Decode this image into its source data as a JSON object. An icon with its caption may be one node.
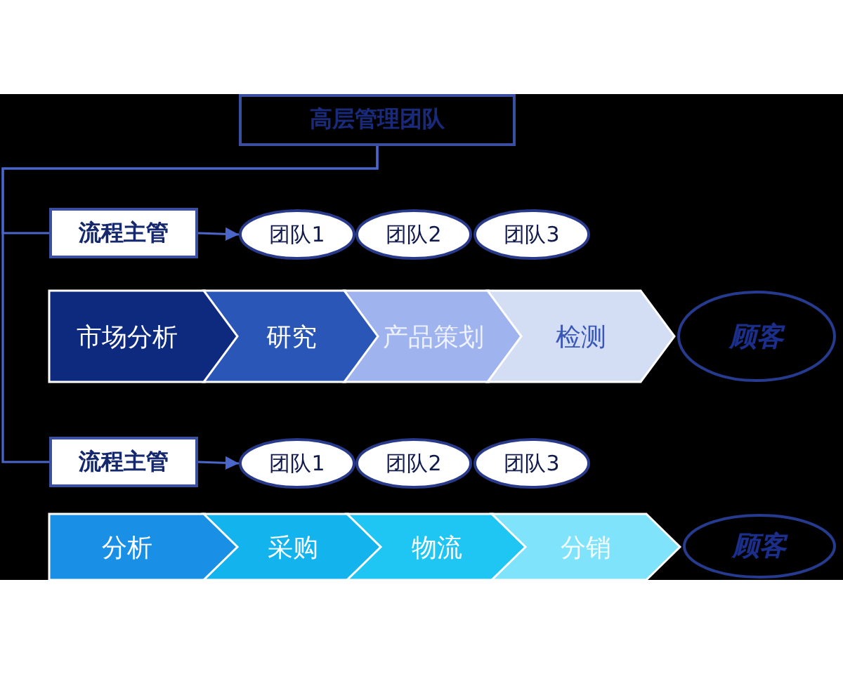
{
  "diagram": {
    "nodes": [
      {
        "text": [
          "高层管理团队"
        ]
      },
      {
        "text": [
          "流程主管"
        ]
      },
      {
        "text": [
          "团队1"
        ]
      },
      {
        "text": [
          "团队2"
        ]
      },
      {
        "text": [
          "团队3"
        ]
      },
      {
        "text": [
          "市场分析"
        ]
      },
      {
        "text": [
          "研究"
        ]
      },
      {
        "text": [
          "产品策划"
        ]
      },
      {
        "text": [
          "检测"
        ]
      },
      {
        "text": [
          "顾客"
        ]
      },
      {
        "text": [
          "流程主管"
        ]
      },
      {
        "text": [
          "团队1"
        ]
      },
      {
        "text": [
          "团队2"
        ]
      },
      {
        "text": [
          "团队3"
        ]
      },
      {
        "text": [
          "分析"
        ]
      },
      {
        "text": [
          "采购"
        ]
      },
      {
        "text": [
          "物流"
        ]
      },
      {
        "text": [
          "分销"
        ]
      },
      {
        "text": [
          "顾客"
        ]
      }
    ],
    "edges": [
      {
        "from": 0,
        "to": 1,
        "arrow": "none"
      },
      {
        "from": 0,
        "to": 10,
        "arrow": "none"
      },
      {
        "from": 1,
        "to": 2,
        "arrow": "to"
      },
      {
        "from": 10,
        "to": 11,
        "arrow": "to"
      }
    ]
  }
}
